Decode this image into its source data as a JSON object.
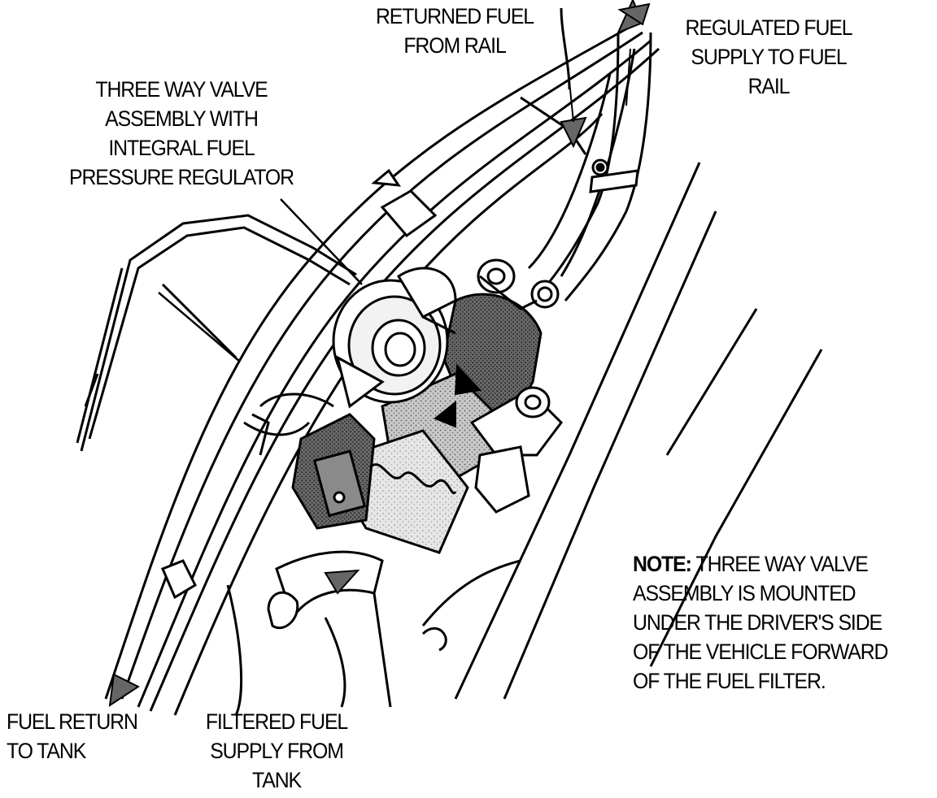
{
  "labels": {
    "returned_fuel": [
      "RETURNED FUEL",
      "FROM RAIL"
    ],
    "regulated_fuel": [
      "REGULATED FUEL",
      "SUPPLY TO FUEL",
      "RAIL"
    ],
    "valve_assembly": [
      "THREE WAY VALVE",
      "ASSEMBLY WITH",
      "INTEGRAL FUEL",
      "PRESSURE REGULATOR"
    ],
    "fuel_return": [
      "FUEL RETURN",
      "TO TANK"
    ],
    "filtered_fuel": [
      "FILTERED FUEL",
      "SUPPLY FROM",
      "TANK"
    ]
  },
  "note": {
    "keyword": "NOTE:",
    "lines": [
      "THREE WAY VALVE",
      "ASSEMBLY IS MOUNTED",
      "UNDER THE DRIVER'S SIDE",
      "OF THE VEHICLE FORWARD",
      "OF THE FUEL FILTER."
    ]
  },
  "colors": {
    "ink": "#000000",
    "tone_dark": "#555555",
    "tone_mid": "#8a8a8a",
    "tone_light": "#d0d0d0",
    "paper": "#ffffff"
  },
  "icons": [
    "flow-arrow-icon",
    "connector-icon",
    "hose-clamp-icon"
  ]
}
